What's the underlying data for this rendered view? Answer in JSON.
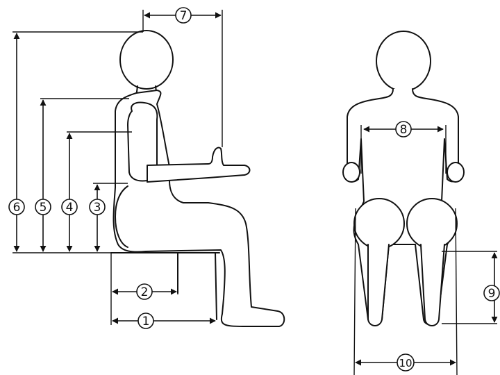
{
  "measurements": [
    {
      "id": "dim-1",
      "label": "1"
    },
    {
      "id": "dim-2",
      "label": "2"
    },
    {
      "id": "dim-3",
      "label": "3"
    },
    {
      "id": "dim-4",
      "label": "4"
    },
    {
      "id": "dim-5",
      "label": "5"
    },
    {
      "id": "dim-6",
      "label": "6"
    },
    {
      "id": "dim-7",
      "label": "7"
    },
    {
      "id": "dim-8",
      "label": "8"
    },
    {
      "id": "dim-9",
      "label": "9"
    },
    {
      "id": "dim-10",
      "label": "10"
    }
  ],
  "colors": {
    "line": "#111111",
    "background": "#ffffff"
  }
}
